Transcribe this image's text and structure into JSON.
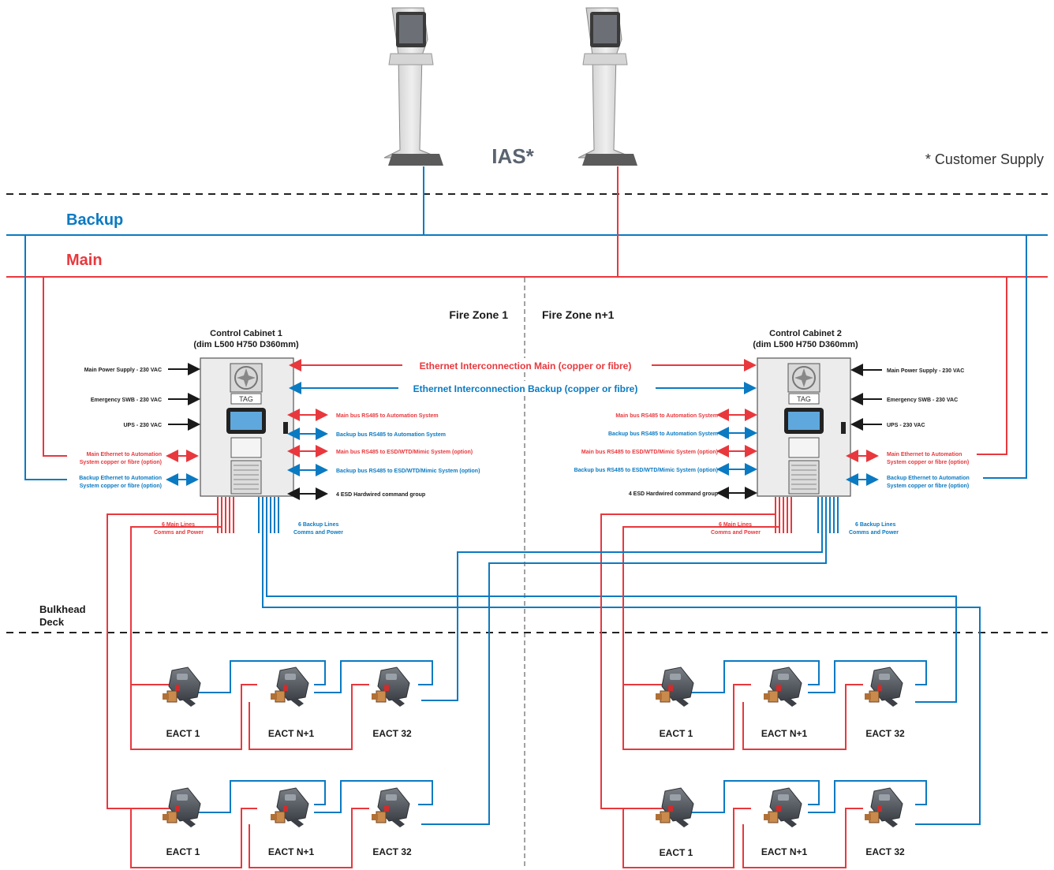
{
  "header": {
    "ias_label": "IAS*",
    "customer_supply": "* Customer Supply"
  },
  "buses": {
    "backup_label": "Backup",
    "main_label": "Main"
  },
  "zones": {
    "zone_1": "Fire Zone 1",
    "zone_n": "Fire Zone n+1"
  },
  "cabinets": [
    {
      "title": "Control Cabinet 1",
      "dims": "(dim L500 H750 D360mm)",
      "tag": "TAG",
      "inputs": [
        "Main Power Supply - 230 VAC",
        "Emergency SWB - 230 VAC",
        "UPS - 230 VAC"
      ],
      "main_eth_1": "Main Ethernet to Automation",
      "main_eth_2": "System copper or fibre (option)",
      "backup_eth_1": "Backup Ethernet to Automation",
      "backup_eth_2": "System copper or fibre (option)",
      "main_lines_1": "6 Main Lines",
      "main_lines_2": "Comms and Power",
      "backup_lines_1": "6 Backup Lines",
      "backup_lines_2": "Comms and Power"
    },
    {
      "title": "Control Cabinet 2",
      "dims": "(dim L500 H750 D360mm)",
      "tag": "TAG",
      "inputs": [
        "Main Power Supply - 230 VAC",
        "Emergency SWB - 230 VAC",
        "UPS - 230 VAC"
      ],
      "main_eth_1": "Main Ethernet to Automation",
      "main_eth_2": "System copper or fibre (option)",
      "backup_eth_1": "Backup Ethernet to Automation",
      "backup_eth_2": "System copper or fibre (option)",
      "main_lines_1": "6 Main Lines",
      "main_lines_2": "Comms and Power",
      "backup_lines_1": "6 Backup Lines",
      "backup_lines_2": "Comms and Power"
    }
  ],
  "interconnect": {
    "main": "Ethernet Interconnection Main (copper or fibre)",
    "backup": "Ethernet Interconnection Backup (copper or fibre)"
  },
  "bus_links": [
    "Main bus RS485 to Automation System",
    "Backup bus RS485 to Automation System",
    "Main bus RS485 to ESD/WTD/Mimic System (option)",
    "Backup bus RS485 to ESD/WTD/Mimic System (option)",
    "4 ESD Hardwired command group"
  ],
  "bulkhead": {
    "line1": "Bulkhead",
    "line2": "Deck"
  },
  "actuators": {
    "first": "EACT 1",
    "middle": "EACT N+1",
    "last": "EACT 32"
  },
  "colors": {
    "main": "#e8383d",
    "backup": "#0a7ac2",
    "black": "#1a1a1a",
    "grey_text": "#5a6470",
    "cabinet_fill": "#ececec"
  }
}
